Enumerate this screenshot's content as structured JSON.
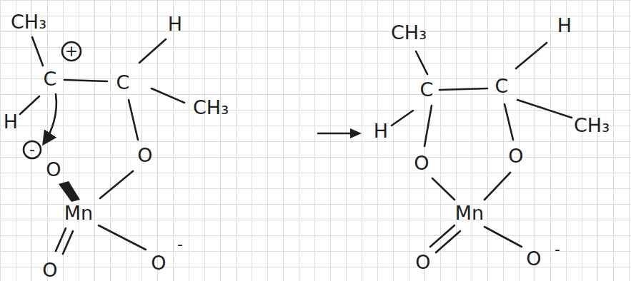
{
  "diagram": {
    "labels": [
      "CH₃",
      "+",
      "C",
      "C",
      "H",
      "CH₃",
      "H",
      "-",
      "O",
      "O",
      "Mn",
      "O",
      "O",
      "-",
      "CH₃",
      "H",
      "C",
      "C",
      "H",
      "CH₃",
      "O",
      "O",
      "Mn",
      "O",
      "O",
      "-"
    ]
  }
}
